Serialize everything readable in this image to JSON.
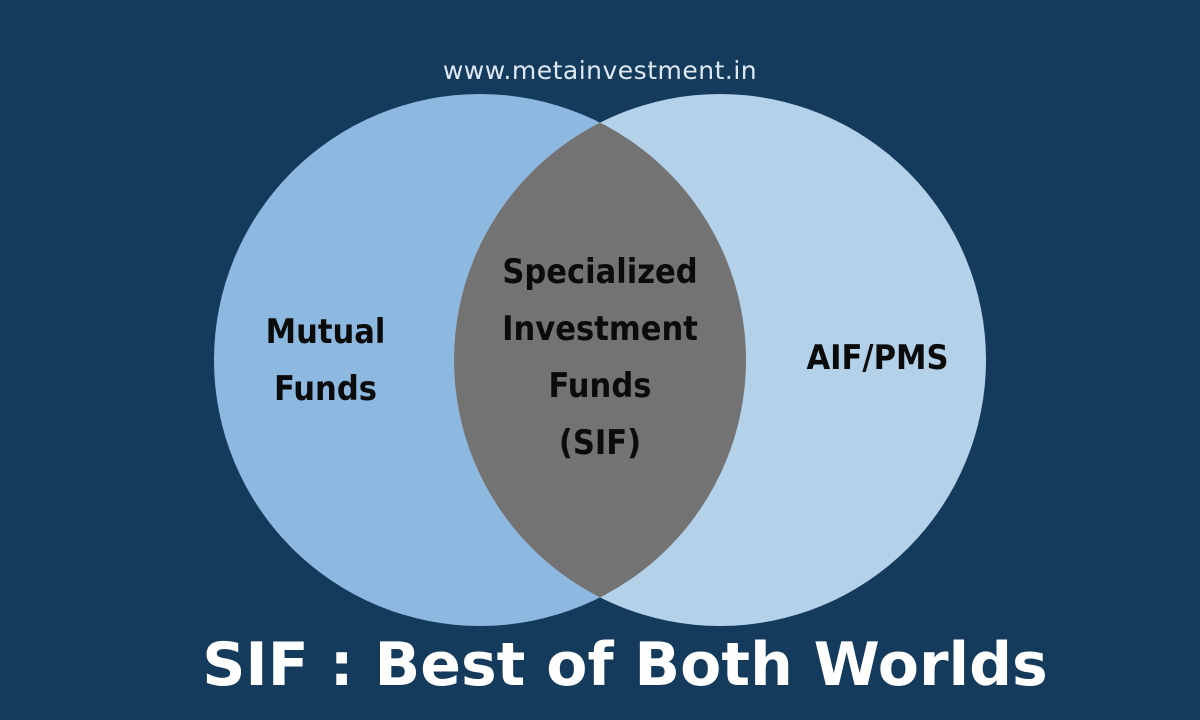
{
  "header": {
    "website": "www.metainvestment.in"
  },
  "diagram": {
    "type": "venn",
    "sets": [
      {
        "label_lines": [
          "Mutual",
          "Funds"
        ],
        "color": "#8db9e0"
      },
      {
        "label_lines": [
          "AIF/PMS"
        ],
        "color": "#b4d1ea"
      }
    ],
    "intersection": {
      "label_lines": [
        "Specialized",
        "Investment",
        "Funds",
        "(SIF)"
      ],
      "color": "#737373"
    }
  },
  "footer": {
    "title": "SIF : Best of Both Worlds"
  },
  "colors": {
    "background": "#143a5c",
    "text_dark": "#0b0b0b",
    "text_light": "#ffffff"
  }
}
